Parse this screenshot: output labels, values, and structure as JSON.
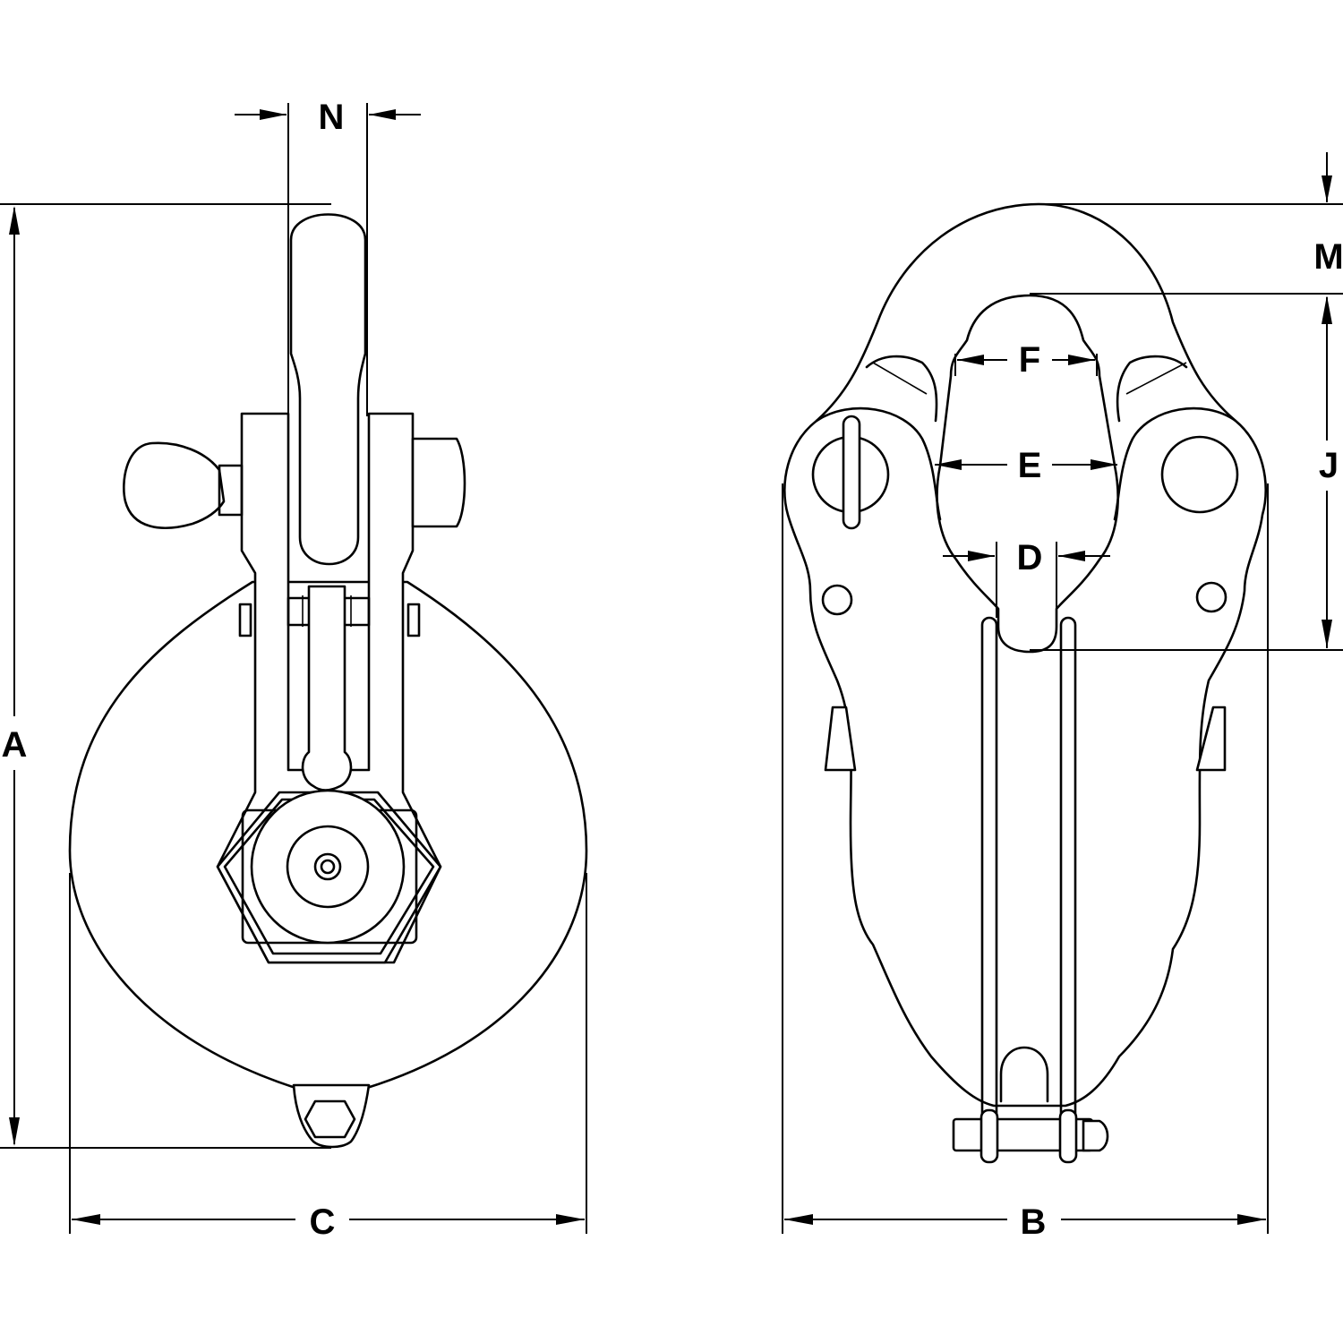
{
  "labels": {
    "A": "A",
    "B": "B",
    "C": "C",
    "D": "D",
    "E": "E",
    "F": "F",
    "J": "J",
    "M": "M",
    "N": "N"
  }
}
